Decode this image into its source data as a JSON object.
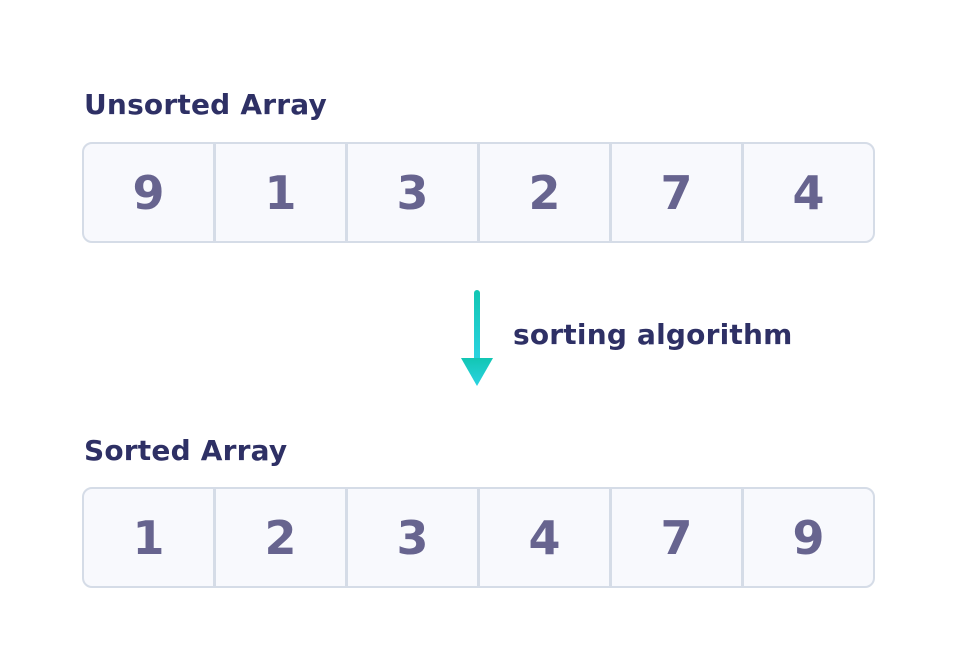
{
  "diagram": {
    "type": "sorting-illustration",
    "unsorted": {
      "title": "Unsorted Array",
      "values": [
        "9",
        "1",
        "3",
        "2",
        "7",
        "4"
      ]
    },
    "transform": {
      "label": "sorting algorithm",
      "arrow_icon": "down-arrow-icon",
      "arrow_direction": "down"
    },
    "sorted": {
      "title": "Sorted Array",
      "values": [
        "1",
        "2",
        "3",
        "4",
        "7",
        "9"
      ]
    }
  },
  "colors": {
    "title": "#2e3065",
    "number": "#67648f",
    "cell_bg": "#f8f9fd",
    "cell_border": "#d5dce7",
    "arrow_gradient_top": "#12c6b3",
    "arrow_gradient_bottom": "#2bd3e2",
    "page_bg": "#ffffff"
  }
}
